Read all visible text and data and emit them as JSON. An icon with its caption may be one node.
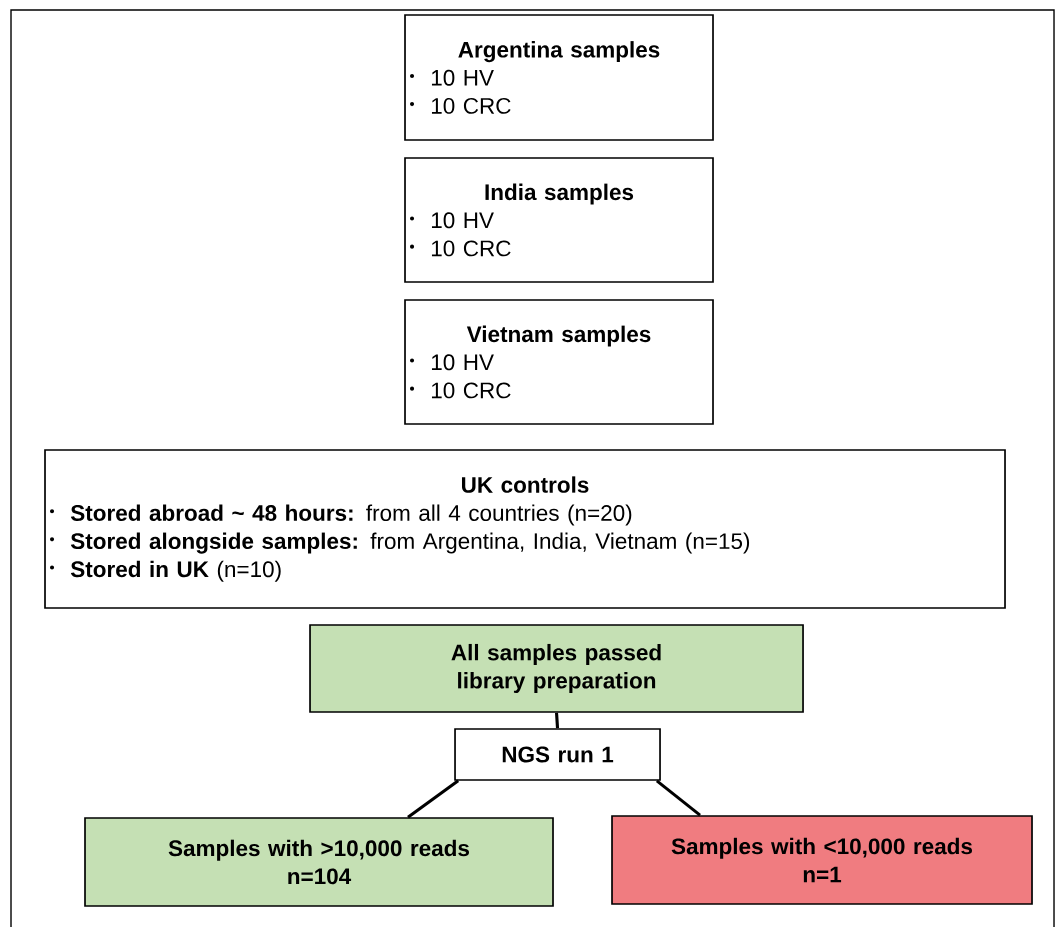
{
  "diagram": {
    "nodes": [
      {
        "text": [
          "Argentina samples",
          "10 HV",
          "10 CRC"
        ]
      },
      {
        "text": [
          "India samples",
          "10 HV",
          "10 CRC"
        ]
      },
      {
        "text": [
          "Vietnam samples",
          "10 HV",
          "10 CRC"
        ]
      },
      {
        "text": [
          "UK controls",
          "**Stored abroad ~ 48 hours:** from all 4 countries (n=20)",
          "**Stored alongside samples:** from Argentina, India, Vietnam (n=15)",
          "**Stored in UK** (n=10)"
        ]
      },
      {
        "text": [
          "All samples passed library preparation"
        ]
      },
      {
        "text": [
          "NGS run 1"
        ]
      },
      {
        "text": [
          "Samples with >10,000 reads",
          "n=104"
        ]
      },
      {
        "text": [
          "Samples with <10,000 reads",
          "n=1"
        ]
      }
    ],
    "edges": [
      {
        "from": 4,
        "to": 5,
        "arrow": "none"
      },
      {
        "from": 5,
        "to": 6,
        "arrow": "none"
      },
      {
        "from": 5,
        "to": 7,
        "arrow": "none"
      }
    ]
  }
}
